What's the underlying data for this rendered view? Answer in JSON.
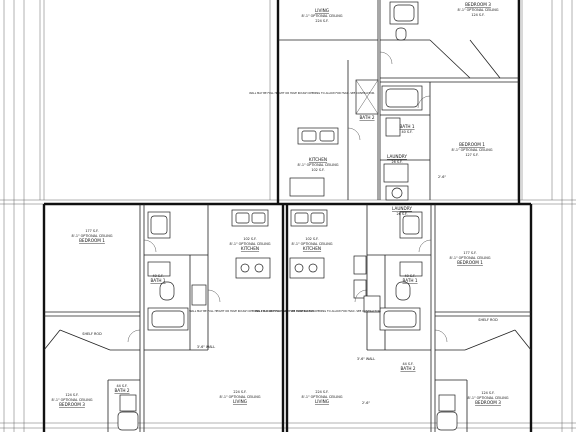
{
  "units": {
    "upper": {
      "living": {
        "name": "LIVING",
        "area": "224 S.F."
      },
      "bedroom3": {
        "name": "BEDROOM 3",
        "area": "124 S.F."
      },
      "kitchen": {
        "name": "KITCHEN",
        "area": "102 S.F."
      },
      "bath": {
        "name": "BATH 1",
        "area": "40 S.F."
      },
      "bath2": {
        "name": "BATH 2"
      },
      "bedroom1": {
        "name": "BEDROOM 1",
        "area": "127 S.F."
      },
      "laundry": {
        "name": "LAUNDRY",
        "area": "26 S.F."
      },
      "wall_note": "WALL MAY BE FULL HEIGHT OR HAVE ROUGH OPENING TO ALLOW FOR HVAC. SEE CONTRACTOR."
    },
    "left": {
      "bedroom1": {
        "name": "BEDROOM 1",
        "area": "177 S.F."
      },
      "bath": {
        "name": "BATH 1",
        "area": "40 S.F."
      },
      "kitchen": {
        "name": "KITCHEN",
        "area": "102 S.F."
      },
      "wall_note": "WALL MAY BE FULL HEIGHT OR HAVE ROUGH OPENING TO ALLOW FOR HVAC. SEE CONTRACTOR.",
      "bedroom3": {
        "name": "BEDROOM 3",
        "area": "124 S.F."
      },
      "bath2": {
        "name": "BATH 2",
        "area": "44 S.F."
      },
      "living": {
        "name": "LIVING",
        "area": "224 S.F."
      }
    },
    "right": {
      "kitchen": {
        "name": "KITCHEN",
        "area": "102 S.F."
      },
      "wall_note": "WALL MAY BE FULL HEIGHT OR HAVE ROUGH OPENING TO ALLOW FOR HVAC. SEE CONTRACTOR.",
      "laundry": {
        "name": "LAUNDRY",
        "area": "26 S.F."
      },
      "bath": {
        "name": "BATH 1",
        "area": "40 S.F."
      },
      "bedroom1": {
        "name": "BEDROOM 1",
        "area": "177 S.F."
      },
      "bedroom3": {
        "name": "BEDROOM 3",
        "area": "124 S.F."
      },
      "bath2": {
        "name": "BATH 2",
        "area": "44 S.F."
      },
      "living": {
        "name": "LIVING",
        "area": "224 S.F."
      }
    }
  },
  "common": {
    "ceiling": "8'-1\" OPTIONAL CEILING",
    "wall_height": "3'-6\" WALL",
    "wall_short": "WALL",
    "shelf": "SHELF ROD",
    "height_tag": "2'-6\""
  }
}
